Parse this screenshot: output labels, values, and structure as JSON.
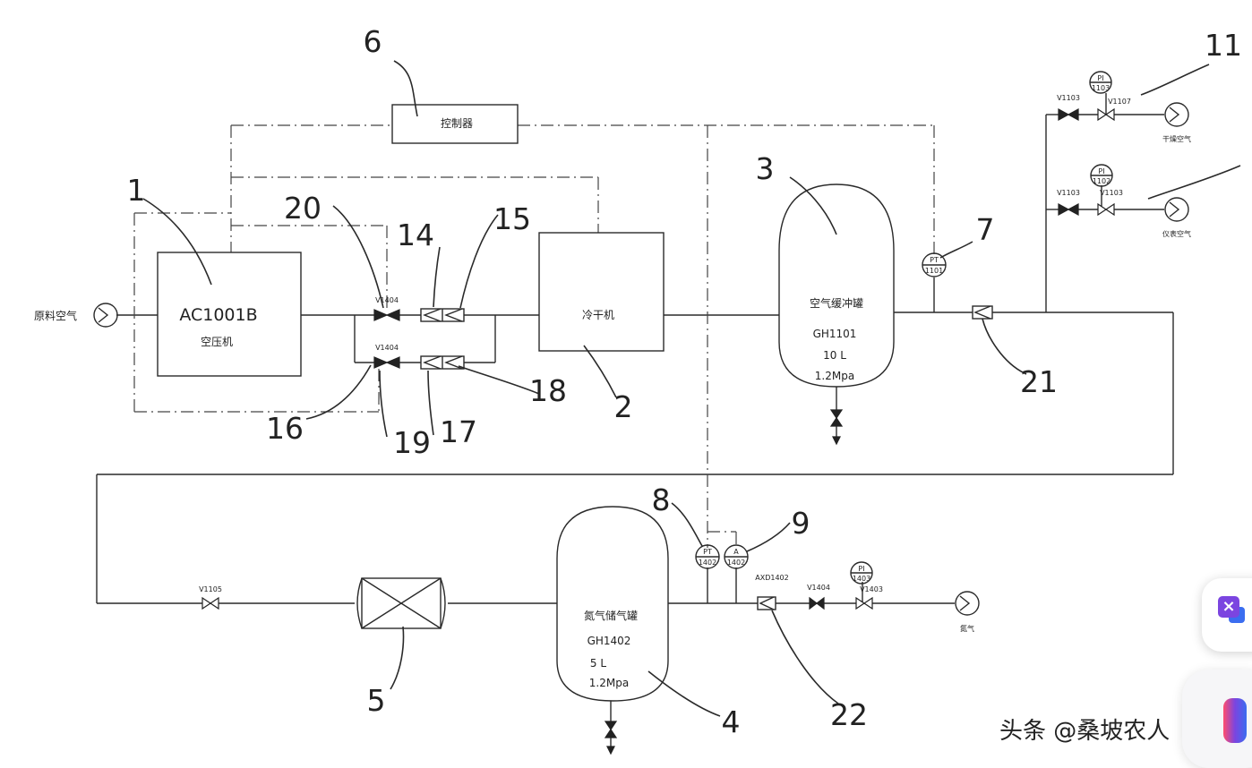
{
  "callouts": [
    "1",
    "2",
    "3",
    "4",
    "5",
    "6",
    "7",
    "8",
    "9",
    "11",
    "14",
    "15",
    "16",
    "17",
    "18",
    "19",
    "20",
    "21",
    "22"
  ],
  "components": {
    "compressor": {
      "tag": "AC1001B",
      "name": "空压机"
    },
    "dryer": {
      "name": "冷干机"
    },
    "controller": {
      "name": "控制器"
    },
    "air_tank": {
      "name": "空气缓冲罐",
      "tag": "GH1101",
      "volume": "10 L",
      "pressure": "1.2Mpa"
    },
    "n2_tank": {
      "name": "氮气储气罐",
      "tag": "GH1402",
      "volume": "5 L",
      "pressure": "1.2Mpa"
    }
  },
  "streams": {
    "raw_air": "原料空气",
    "dry_air": "干燥空气",
    "instrument_air": "仪表空气",
    "nitrogen": "氮气"
  },
  "instruments": {
    "pt_air": {
      "tag": "PT",
      "num": "1101"
    },
    "pt_n2": {
      "tag": "PT",
      "num": "1402"
    },
    "analyzer": {
      "tag": "A",
      "num": "1402"
    },
    "pi_top": {
      "tag": "PI",
      "num": "1103"
    },
    "pi_mid": {
      "tag": "PI",
      "num": "1102"
    },
    "pi_n2": {
      "tag": "PI",
      "num": "1403"
    },
    "axd": "AXD1402"
  },
  "valves": {
    "v20": "V1404",
    "v19": "V1404",
    "v_top_a": "V1103",
    "v_top_b": "V1107",
    "v_mid_a": "V1103",
    "v_mid_b": "V1103",
    "v_left": "V1105",
    "v_n2_a": "V1404",
    "v_n2_b": "V1403"
  },
  "watermark": "头条 @桑坡农人",
  "icons": {
    "float_1": "translate-icon",
    "float_2": "assistant-icon"
  }
}
